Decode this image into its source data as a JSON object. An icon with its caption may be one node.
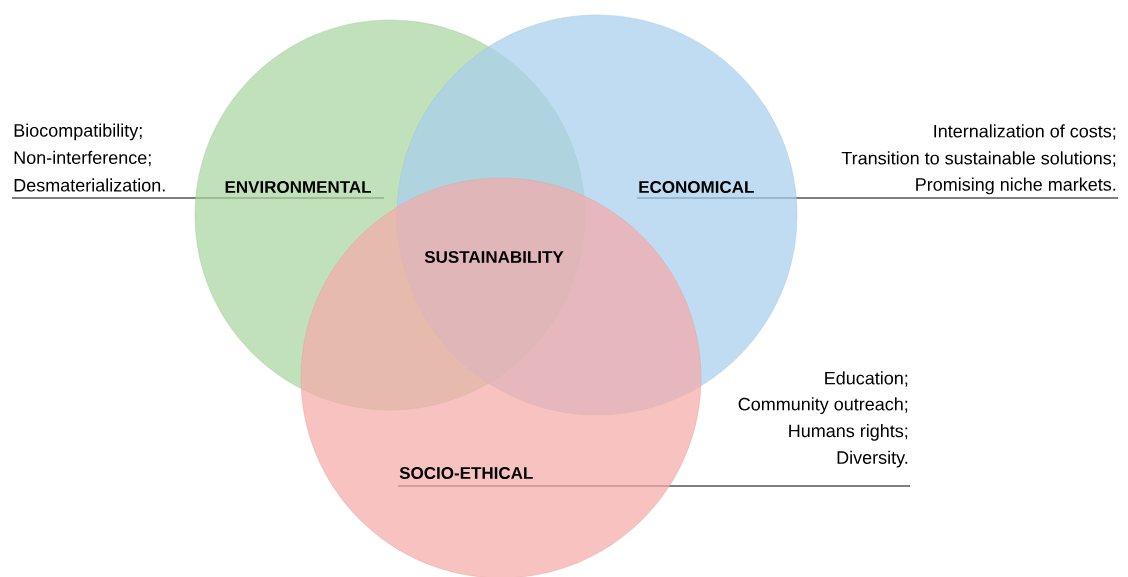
{
  "diagram": {
    "nodes": [
      {
        "text": [
          "ENVIRONMENTAL"
        ],
        "beside": [
          "Biocompatibility;",
          "Non-interference;",
          "Desmaterialization."
        ]
      },
      {
        "text": [
          "ECONOMICAL"
        ],
        "beside": [
          "Internalization of costs;",
          "Transition to sustainable solutions;",
          "Promising niche markets."
        ]
      },
      {
        "text": [
          "SOCIO-ETHICAL"
        ],
        "beside": [
          "Education;",
          "Community outreach;",
          "Humans rights;",
          "Diversity."
        ]
      }
    ],
    "labels": [
      "SUSTAINABILITY"
    ]
  }
}
